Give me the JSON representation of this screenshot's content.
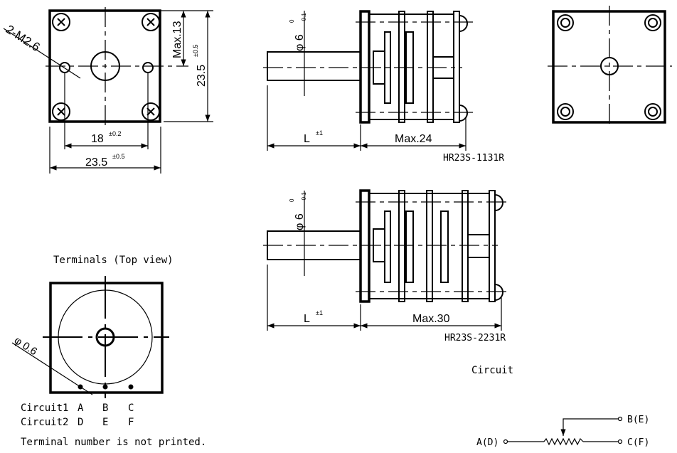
{
  "front_view": {
    "hole_label": "2-M2.6",
    "pitch": "18",
    "pitch_tol": "±0.2",
    "width": "23.5",
    "width_tol": "±0.5",
    "height": "23.5",
    "height_tol": "±0.5",
    "shaft_offset": "Max.13"
  },
  "side_view_1": {
    "shaft_dia": "φ 6",
    "shaft_tol_upper": "0",
    "shaft_tol_lower": "-0.1",
    "length": "L",
    "length_tol": "±1",
    "body_length": "Max.24",
    "model": "HR23S-1131R"
  },
  "side_view_2": {
    "shaft_dia": "φ 6",
    "shaft_tol_upper": "0",
    "shaft_tol_lower": "-0.1",
    "length": "L",
    "length_tol": "±1",
    "body_length": "Max.30",
    "model": "HR23S-2231R"
  },
  "terminals": {
    "title": "Terminals (Top view)",
    "pin_dia": "φ 0.6",
    "circuit1_label": "Circuit1",
    "circuit1_pins": [
      "A",
      "B",
      "C"
    ],
    "circuit2_label": "Circuit2",
    "circuit2_pins": [
      "D",
      "E",
      "F"
    ],
    "note": "Terminal number is not printed."
  },
  "circuit": {
    "title": "Circuit",
    "terminal_a": "A(D)",
    "terminal_b": "B(E)",
    "terminal_c": "C(F)"
  }
}
